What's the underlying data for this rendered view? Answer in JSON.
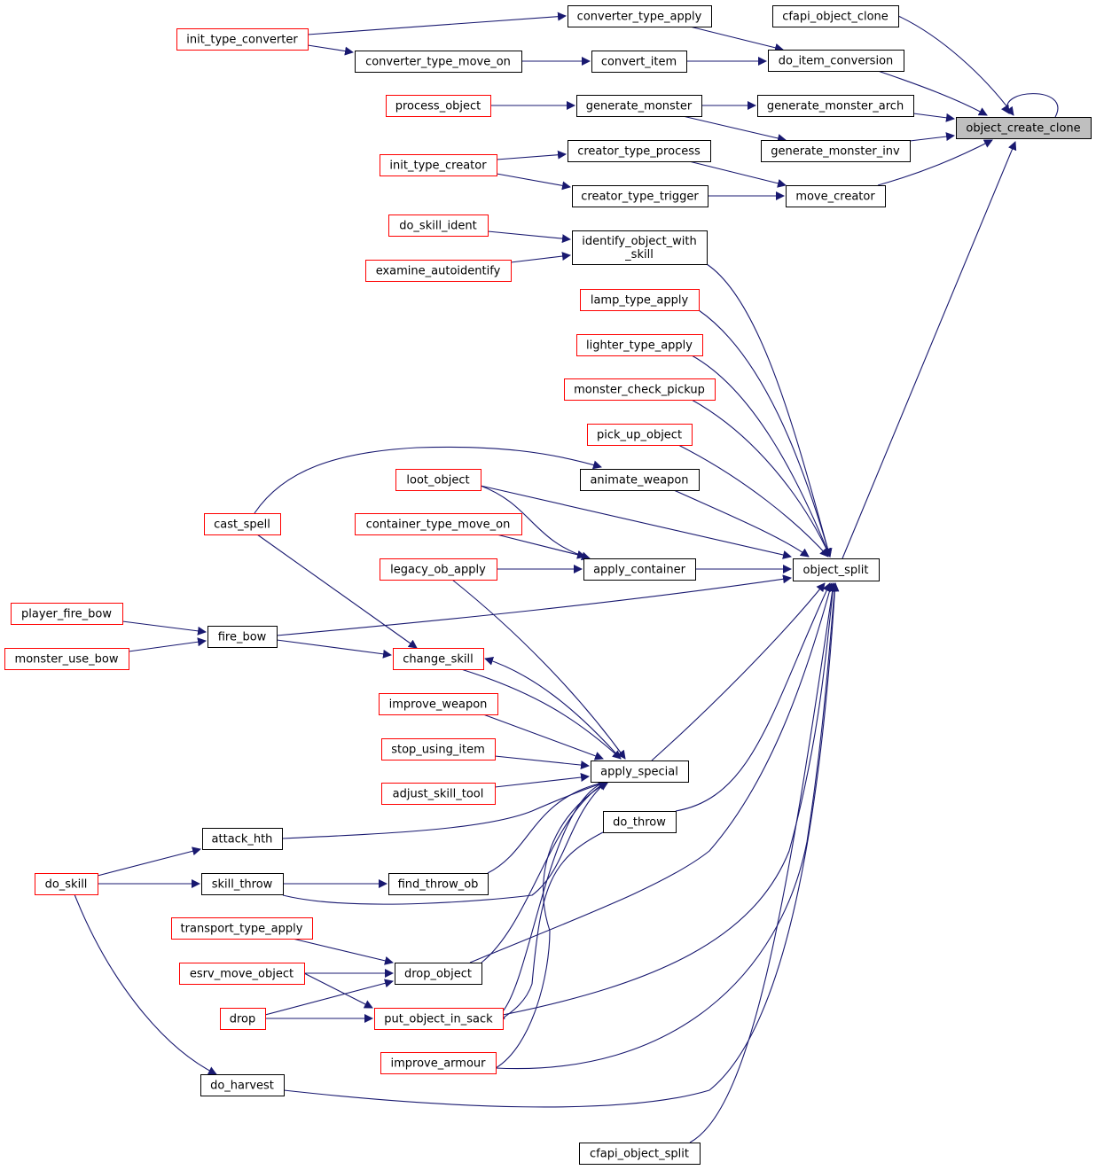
{
  "colors": {
    "edge": "#191970",
    "box_black": "#000000",
    "box_red": "#ff0000",
    "focus_fill": "#bfbfbf",
    "background": "#ffffff"
  },
  "nodes": {
    "object_create_clone": {
      "label": "object_create_clone",
      "style": "focus"
    },
    "cfapi_object_clone": {
      "label": "cfapi_object_clone",
      "style": "black"
    },
    "do_item_conversion": {
      "label": "do_item_conversion",
      "style": "black"
    },
    "generate_monster_arch": {
      "label": "generate_monster_arch",
      "style": "black"
    },
    "generate_monster_inv": {
      "label": "generate_monster_inv",
      "style": "black"
    },
    "move_creator": {
      "label": "move_creator",
      "style": "black"
    },
    "object_split": {
      "label": "object_split",
      "style": "black"
    },
    "converter_type_apply": {
      "label": "converter_type_apply",
      "style": "black"
    },
    "convert_item": {
      "label": "convert_item",
      "style": "black"
    },
    "generate_monster": {
      "label": "generate_monster",
      "style": "black"
    },
    "creator_type_process": {
      "label": "creator_type_process",
      "style": "black"
    },
    "creator_type_trigger": {
      "label": "creator_type_trigger",
      "style": "black"
    },
    "identify_object_with_skill": {
      "label": "identify_object_with\n_skill",
      "style": "black"
    },
    "lamp_type_apply": {
      "label": "lamp_type_apply",
      "style": "red"
    },
    "lighter_type_apply": {
      "label": "lighter_type_apply",
      "style": "red"
    },
    "monster_check_pickup": {
      "label": "monster_check_pickup",
      "style": "red"
    },
    "pick_up_object": {
      "label": "pick_up_object",
      "style": "red"
    },
    "animate_weapon": {
      "label": "animate_weapon",
      "style": "black"
    },
    "apply_container": {
      "label": "apply_container",
      "style": "black"
    },
    "apply_special": {
      "label": "apply_special",
      "style": "black"
    },
    "do_throw": {
      "label": "do_throw",
      "style": "black"
    },
    "cfapi_object_split": {
      "label": "cfapi_object_split",
      "style": "black"
    },
    "init_type_converter": {
      "label": "init_type_converter",
      "style": "red"
    },
    "converter_type_move_on": {
      "label": "converter_type_move_on",
      "style": "black"
    },
    "process_object": {
      "label": "process_object",
      "style": "red"
    },
    "init_type_creator": {
      "label": "init_type_creator",
      "style": "red"
    },
    "do_skill_ident": {
      "label": "do_skill_ident",
      "style": "red"
    },
    "examine_autoidentify": {
      "label": "examine_autoidentify",
      "style": "red"
    },
    "loot_object": {
      "label": "loot_object",
      "style": "red"
    },
    "container_type_move_on": {
      "label": "container_type_move_on",
      "style": "red"
    },
    "legacy_ob_apply": {
      "label": "legacy_ob_apply",
      "style": "red"
    },
    "cast_spell": {
      "label": "cast_spell",
      "style": "red"
    },
    "fire_bow": {
      "label": "fire_bow",
      "style": "black"
    },
    "player_fire_bow": {
      "label": "player_fire_bow",
      "style": "red"
    },
    "monster_use_bow": {
      "label": "monster_use_bow",
      "style": "red"
    },
    "change_skill": {
      "label": "change_skill",
      "style": "red"
    },
    "improve_weapon": {
      "label": "improve_weapon",
      "style": "red"
    },
    "stop_using_item": {
      "label": "stop_using_item",
      "style": "red"
    },
    "adjust_skill_tool": {
      "label": "adjust_skill_tool",
      "style": "red"
    },
    "attack_hth": {
      "label": "attack_hth",
      "style": "black"
    },
    "skill_throw": {
      "label": "skill_throw",
      "style": "black"
    },
    "find_throw_ob": {
      "label": "find_throw_ob",
      "style": "black"
    },
    "do_skill": {
      "label": "do_skill",
      "style": "red"
    },
    "transport_type_apply": {
      "label": "transport_type_apply",
      "style": "red"
    },
    "drop_object": {
      "label": "drop_object",
      "style": "black"
    },
    "esrv_move_object": {
      "label": "esrv_move_object",
      "style": "red"
    },
    "drop": {
      "label": "drop",
      "style": "red"
    },
    "put_object_in_sack": {
      "label": "put_object_in_sack",
      "style": "red"
    },
    "improve_armour": {
      "label": "improve_armour",
      "style": "red"
    },
    "do_harvest": {
      "label": "do_harvest",
      "style": "black"
    }
  }
}
